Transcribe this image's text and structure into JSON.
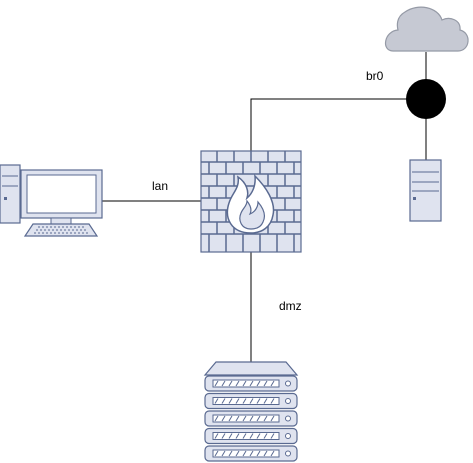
{
  "diagram": {
    "labels": {
      "lan": "lan",
      "br0": "br0",
      "dmz": "dmz"
    },
    "nodes": [
      {
        "id": "workstation",
        "icon": "desktop-computer-icon"
      },
      {
        "id": "firewall",
        "icon": "firewall-icon"
      },
      {
        "id": "internet",
        "icon": "cloud-icon"
      },
      {
        "id": "bridge",
        "icon": "filled-circle-junction"
      },
      {
        "id": "tower-server",
        "icon": "tower-server-icon"
      },
      {
        "id": "rack-server",
        "icon": "rack-server-icon"
      }
    ],
    "colors": {
      "line": "#000000",
      "icon_fill": "#dfe3ef",
      "icon_stroke": "#5a6a91",
      "cloud_fill": "#c6c9d3",
      "cloud_stroke": "#959aa6",
      "junction": "#000000"
    }
  }
}
